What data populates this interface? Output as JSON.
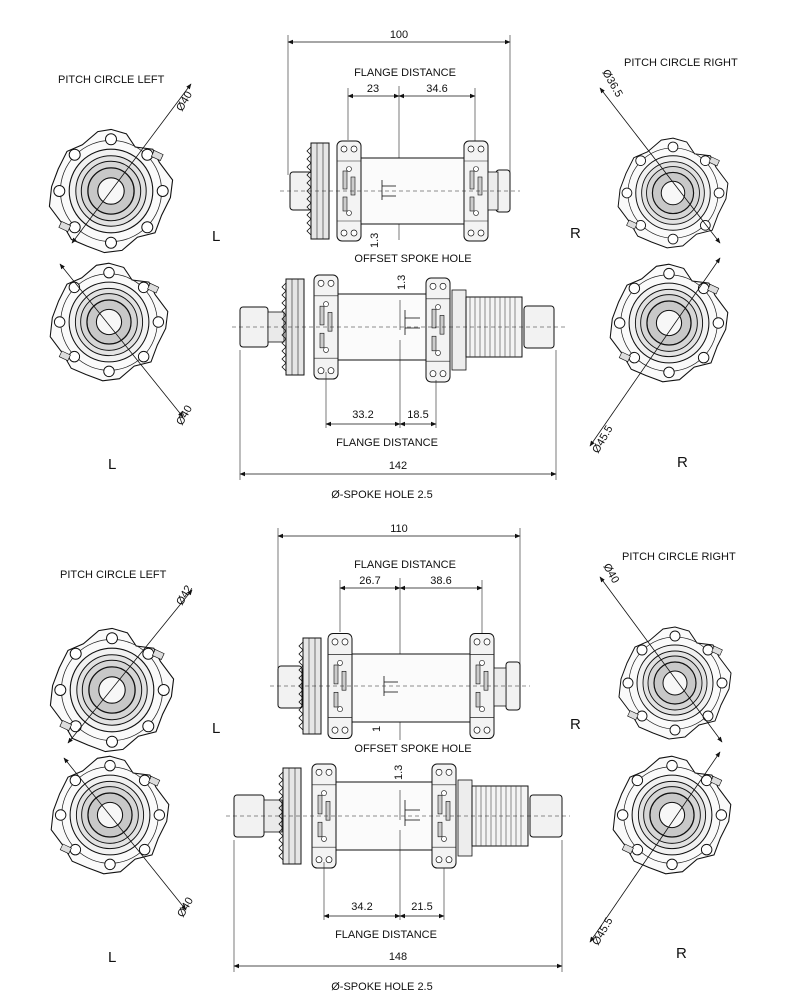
{
  "sets": [
    {
      "overall_front": "100",
      "flange_distance_label": "FLANGE DISTANCE",
      "front_left": "23",
      "front_right": "34.6",
      "offset_front": "1.3",
      "offset_spoke_hole_label": "OFFSET SPOKE HOLE",
      "offset_rear": "1.3",
      "rear_left": "33.2",
      "rear_right": "18.5",
      "overall_rear": "142",
      "spoke_hole": "Ø-SPOKE HOLE  2.5",
      "pitch_left_label": "PITCH CIRCLE LEFT",
      "pitch_right_label": "PITCH CIRCLE RIGHT",
      "front_left_dia": "Ø40",
      "front_right_dia": "Ø36.5",
      "rear_left_dia": "Ø40",
      "rear_right_dia": "Ø45.5",
      "side_L": "L",
      "side_R": "R"
    },
    {
      "overall_front": "110",
      "flange_distance_label": "FLANGE DISTANCE",
      "front_left": "26.7",
      "front_right": "38.6",
      "offset_front": "1",
      "offset_spoke_hole_label": "OFFSET SPOKE HOLE",
      "offset_rear": "1.3",
      "rear_left": "34.2",
      "rear_right": "21.5",
      "overall_rear": "148",
      "spoke_hole": "Ø-SPOKE HOLE  2.5",
      "pitch_left_label": "PITCH CIRCLE LEFT",
      "pitch_right_label": "PITCH CIRCLE RIGHT",
      "front_left_dia": "Ø42",
      "front_right_dia": "Ø40",
      "rear_left_dia": "Ø40",
      "rear_right_dia": "Ø45.5",
      "side_L": "L",
      "side_R": "R"
    }
  ]
}
